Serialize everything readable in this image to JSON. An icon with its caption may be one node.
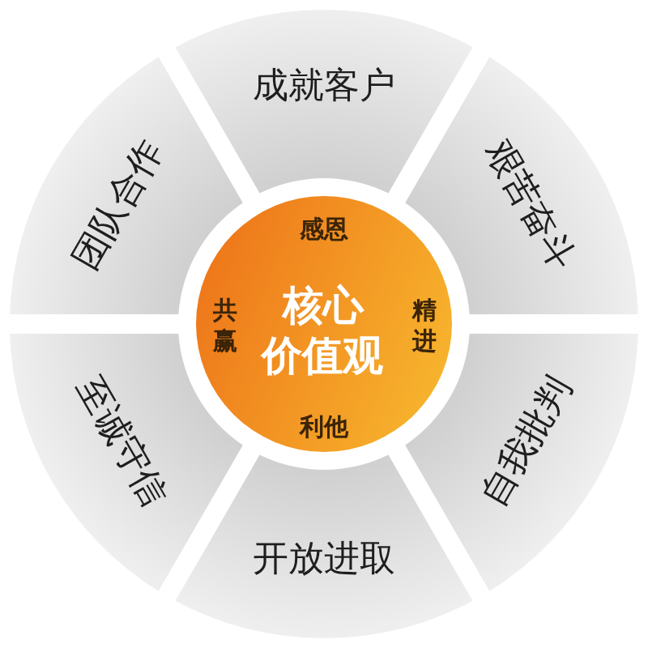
{
  "diagram": {
    "nodes": [
      {
        "text": [
          "成就客户"
        ]
      },
      {
        "text": [
          "艰苦奋斗"
        ]
      },
      {
        "text": [
          "自我批判"
        ]
      },
      {
        "text": [
          "开放进取"
        ]
      },
      {
        "text": [
          "至诚守信"
        ]
      },
      {
        "text": [
          "团队合作"
        ]
      },
      {
        "text": [
          "感恩",
          "共赢",
          "核心价值观",
          "精进",
          "利他"
        ]
      }
    ]
  }
}
